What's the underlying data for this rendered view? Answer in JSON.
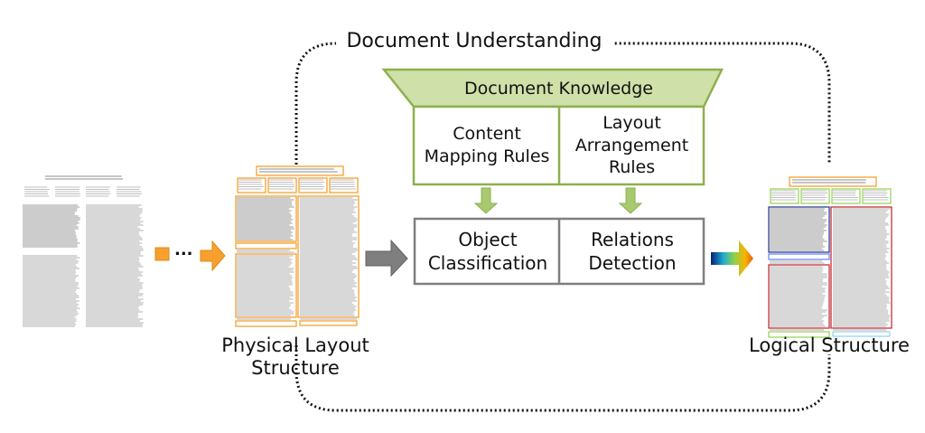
{
  "title": "Document Understanding",
  "knowledge": {
    "header": "Document Knowledge",
    "rules": [
      "Content Mapping Rules",
      "Layout Arrangement Rules"
    ]
  },
  "processing": {
    "steps": [
      "Object Classification",
      "Relations Detection"
    ]
  },
  "labels": {
    "physical": "Physical Layout Structure",
    "logical": "Logical Structure"
  },
  "ellipsis": "...",
  "colors": {
    "knowledge_fill": "#cfe0a8",
    "knowledge_border": "#8db04f",
    "process_border": "#7f7f7f",
    "physical_boxes": "#f29a1f",
    "logical_text": "#c0202a",
    "logical_title": "#1f2f8a",
    "logical_authors": "#92d050"
  },
  "icons": [
    "orange-arrow",
    "gray-arrow",
    "gradient-arrow",
    "green-down-arrow"
  ]
}
